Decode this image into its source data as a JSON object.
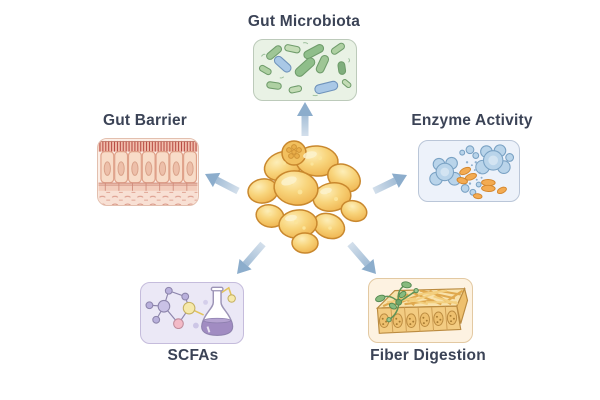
{
  "diagram": {
    "center_icon": "golden-cluster-illustration",
    "nodes": [
      {
        "id": "gut-microbiota",
        "label": "Gut Microbiota",
        "icon": "bacteria-illustration",
        "bg": "#e9f2e5",
        "border": "#bccaba",
        "position": "top"
      },
      {
        "id": "gut-barrier",
        "label": "Gut Barrier",
        "icon": "intestinal-epithelium-illustration",
        "bg": "#fcefe7",
        "border": "#e3bfae",
        "position": "left"
      },
      {
        "id": "enzyme-activity",
        "label": "Enzyme Activity",
        "icon": "enzymes-illustration",
        "bg": "#edf2fa",
        "border": "#bac6d8",
        "position": "right"
      },
      {
        "id": "scfas",
        "label": "SCFAs",
        "icon": "molecule-flask-illustration",
        "bg": "#ebe8f6",
        "border": "#c5bcdc",
        "position": "bottom-left"
      },
      {
        "id": "fiber-digestion",
        "label": "Fiber Digestion",
        "icon": "fiber-block-illustration",
        "bg": "#fdf2e1",
        "border": "#e3c9a2",
        "position": "bottom-right"
      }
    ],
    "colors": {
      "background": "#ffffff",
      "label_text": "#3b4356",
      "arrow_head": "#8cadcc",
      "arrow_tail": "#d3dfeb",
      "cluster_fill": "#f6cd6f",
      "cluster_outline": "#c9882e"
    }
  }
}
